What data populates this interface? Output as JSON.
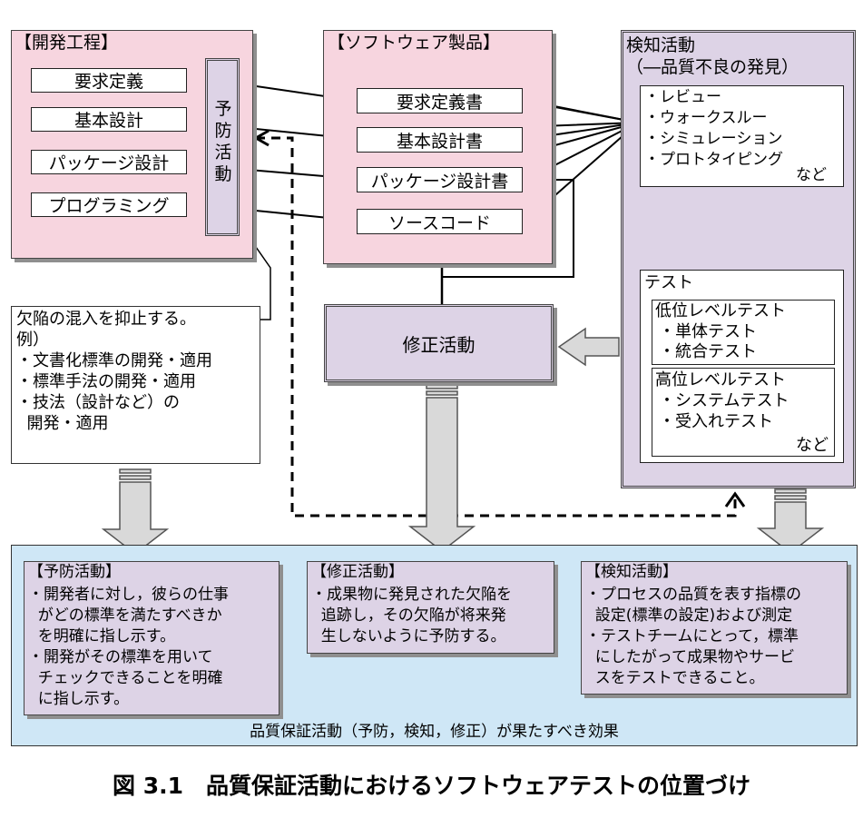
{
  "process": {
    "title": "【開発工程】",
    "items": [
      "要求定義",
      "基本設計",
      "パッケージ設計",
      "プログラミング"
    ],
    "prevention_label": "予防活動"
  },
  "product": {
    "title": "【ソフトウェア製品】",
    "items": [
      "要求定義書",
      "基本設計書",
      "パッケージ設計書",
      "ソースコード"
    ]
  },
  "detection": {
    "title": "検知活動",
    "subtitle": "（―品質不良の発見）",
    "review": [
      "・レビュー",
      "・ウォークスルー",
      "・シミュレーション",
      "・プロトタイピング"
    ],
    "review_etc": "など",
    "test_title": "テスト",
    "low_title": "低位レベルテスト",
    "low_items": [
      "・単体テスト",
      "・統合テスト"
    ],
    "high_title": "高位レベルテスト",
    "high_items": [
      "・システムテスト",
      "・受入れテスト"
    ],
    "test_etc": "など"
  },
  "correction_label": "修正活動",
  "note": {
    "lines": [
      "欠陥の混入を抑止する。",
      "",
      "例）",
      "・文書化標準の開発・適用",
      "・標準手法の開発・適用",
      "・技法（設計など）の",
      "  開発・適用"
    ]
  },
  "effects": {
    "caption": "品質保証活動（予防，検知，修正）が果たすべき効果",
    "prevention": {
      "title": "【予防活動】",
      "lines": [
        "・開発者に対し，彼らの仕事",
        "  がどの標準を満たすべきか",
        "  を明確に指し示す。",
        "・開発がその標準を用いて",
        "  チェックできることを明確",
        "  に指し示す。"
      ]
    },
    "correction": {
      "title": "【修正活動】",
      "lines": [
        "・成果物に発見された欠陥を",
        "  追跡し，その欠陥が将来発",
        "  生しないように予防する。"
      ]
    },
    "detection": {
      "title": "【検知活動】",
      "lines": [
        "・プロセスの品質を表す指標の",
        "  設定(標準の設定)および測定",
        "・テストチームにとって，標準",
        "  にしたがって成果物やサービ",
        "  スをテストできること。"
      ]
    }
  },
  "figure_caption": "図 3.1　品質保証活動におけるソフトウェアテストの位置づけ",
  "colors": {
    "pink": "#f7d5df",
    "lavender": "#ddd3e6",
    "light_blue": "#cfe7f6"
  }
}
